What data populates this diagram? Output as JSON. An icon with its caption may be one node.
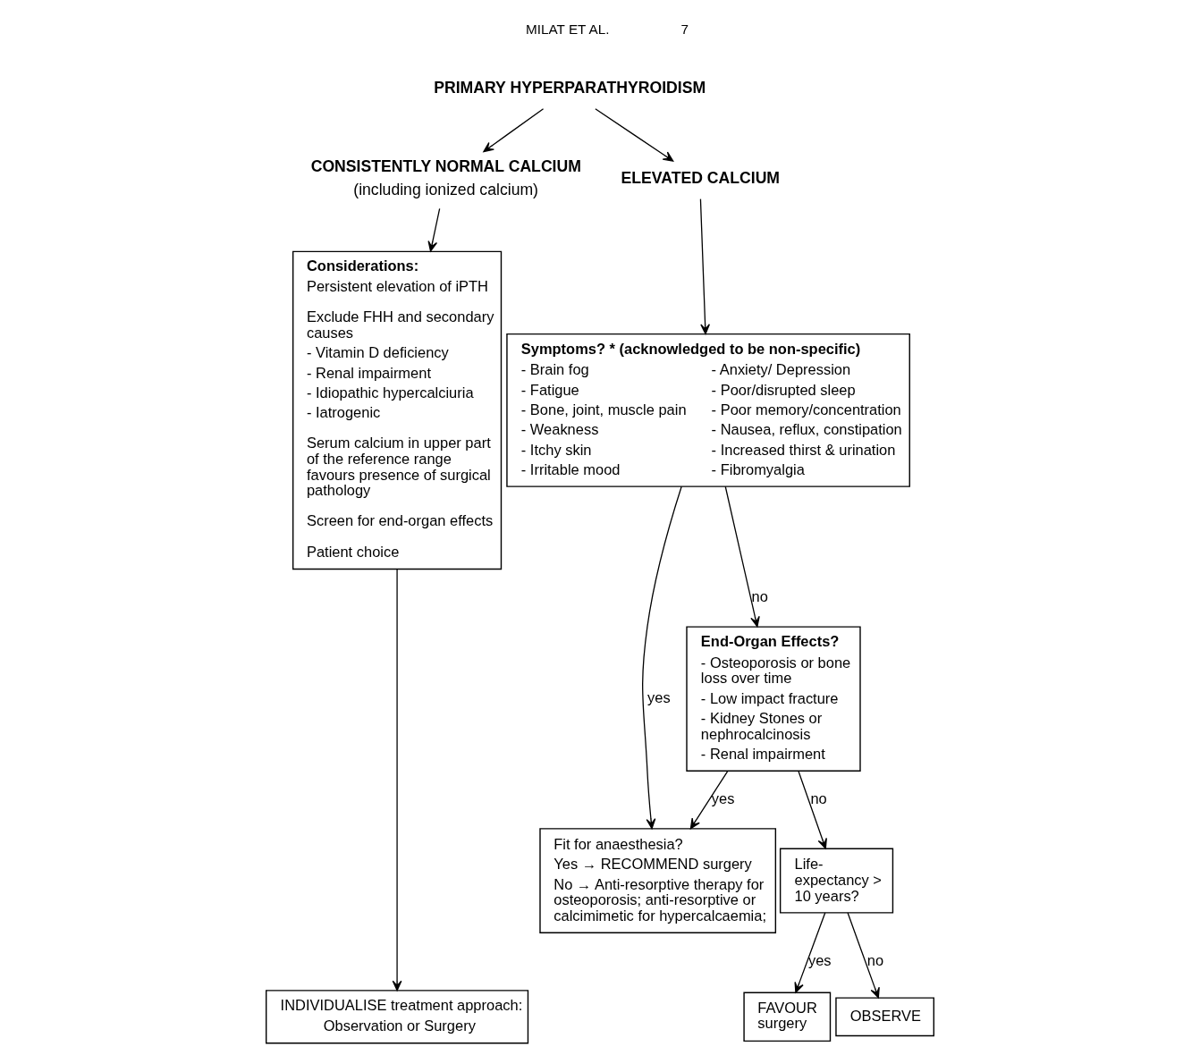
{
  "diagram": {
    "nodes": [
      {
        "text": [
          "PRIMARY HYPERPARATHYROIDISM"
        ]
      },
      {
        "text": [
          "CONSISTENTLY NORMAL CALCIUM",
          "(including ionized calcium)"
        ]
      },
      {
        "text": [
          "ELEVATED CALCIUM"
        ]
      },
      {
        "text": [
          "Considerations:",
          "Persistent elevation of iPTH",
          "Exclude FHH and secondary causes",
          "- Vitamin D deficiency",
          "- Renal impairment",
          "- Idiopathic hypercalciuria",
          "- Iatrogenic",
          "Serum calcium in upper part of the reference range favours presence of surgical pathology",
          "Screen for end-organ effects",
          "Patient choice"
        ]
      },
      {
        "text": [
          "Symptoms? * (acknowledged to be non-specific)",
          "- Brain fog",
          "- Fatigue",
          "- Bone, joint, muscle pain",
          "- Weakness",
          "- Itchy skin",
          "- Irritable mood",
          "- Anxiety/ Depression",
          "- Poor/disrupted sleep",
          "- Poor memory/concentration",
          "- Nausea, reflux, constipation",
          "- Increased thirst & urination",
          "- Fibromyalgia"
        ]
      },
      {
        "text": [
          "End-Organ Effects?",
          "- Osteoporosis or bone loss over time",
          "- Low impact fracture",
          "- Kidney Stones or nephrocalcinosis",
          "- Renal impairment"
        ]
      },
      {
        "text": [
          "Fit for anaesthesia?",
          "Yes → RECOMMEND surgery",
          "No → Anti-resorptive therapy for osteoporosis; anti-resorptive or calcimimetic for hypercalcaemia;"
        ]
      },
      {
        "text": [
          "Life-expectancy > 10 years?"
        ]
      },
      {
        "text": [
          "INDIVIDUALISE treatment approach:",
          "Observation or Surgery"
        ]
      },
      {
        "text": [
          "FAVOUR surgery"
        ]
      },
      {
        "text": [
          "OBSERVE"
        ]
      }
    ],
    "edges": [
      {
        "from": 0,
        "to": 1,
        "arrow": "to"
      },
      {
        "from": 0,
        "to": 2,
        "arrow": "to"
      },
      {
        "from": 1,
        "to": 3,
        "arrow": "to"
      },
      {
        "from": 2,
        "to": 4,
        "arrow": "to"
      },
      {
        "from": 3,
        "to": 8,
        "arrow": "to"
      },
      {
        "from": 4,
        "to": 6,
        "arrow": "to",
        "label": "yes"
      },
      {
        "from": 4,
        "to": 5,
        "arrow": "to",
        "label": "no"
      },
      {
        "from": 5,
        "to": 6,
        "arrow": "to",
        "label": "yes"
      },
      {
        "from": 5,
        "to": 7,
        "arrow": "to",
        "label": "no"
      },
      {
        "from": 7,
        "to": 9,
        "arrow": "to",
        "label": "yes"
      },
      {
        "from": 7,
        "to": 10,
        "arrow": "to",
        "label": "no"
      }
    ],
    "labels": [
      "MILAT ET AL.",
      "7"
    ]
  }
}
